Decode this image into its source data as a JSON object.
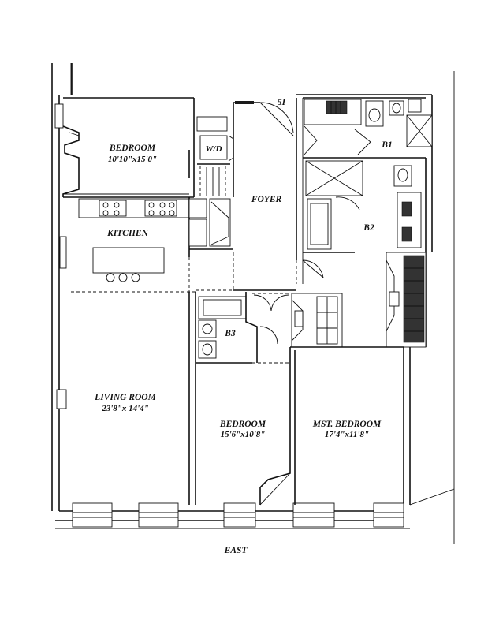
{
  "unit_label": "5I",
  "orientation_label": "EAST",
  "rooms": {
    "bedroom_west": {
      "name": "BEDROOM",
      "dims": "10'10\"x15'0\""
    },
    "wd": {
      "name": "W/D"
    },
    "foyer": {
      "name": "FOYER"
    },
    "b1": {
      "name": "B1"
    },
    "b2": {
      "name": "B2"
    },
    "kitchen": {
      "name": "KITCHEN"
    },
    "b3": {
      "name": "B3"
    },
    "living_room": {
      "name": "LIVING ROOM",
      "dims": "23'8\"x 14'4\""
    },
    "bedroom_south": {
      "name": "BEDROOM",
      "dims": "15'6\"x10'8\""
    },
    "master_bedroom": {
      "name": "MST. BEDROOM",
      "dims": "17'4\"x11'8\""
    }
  }
}
